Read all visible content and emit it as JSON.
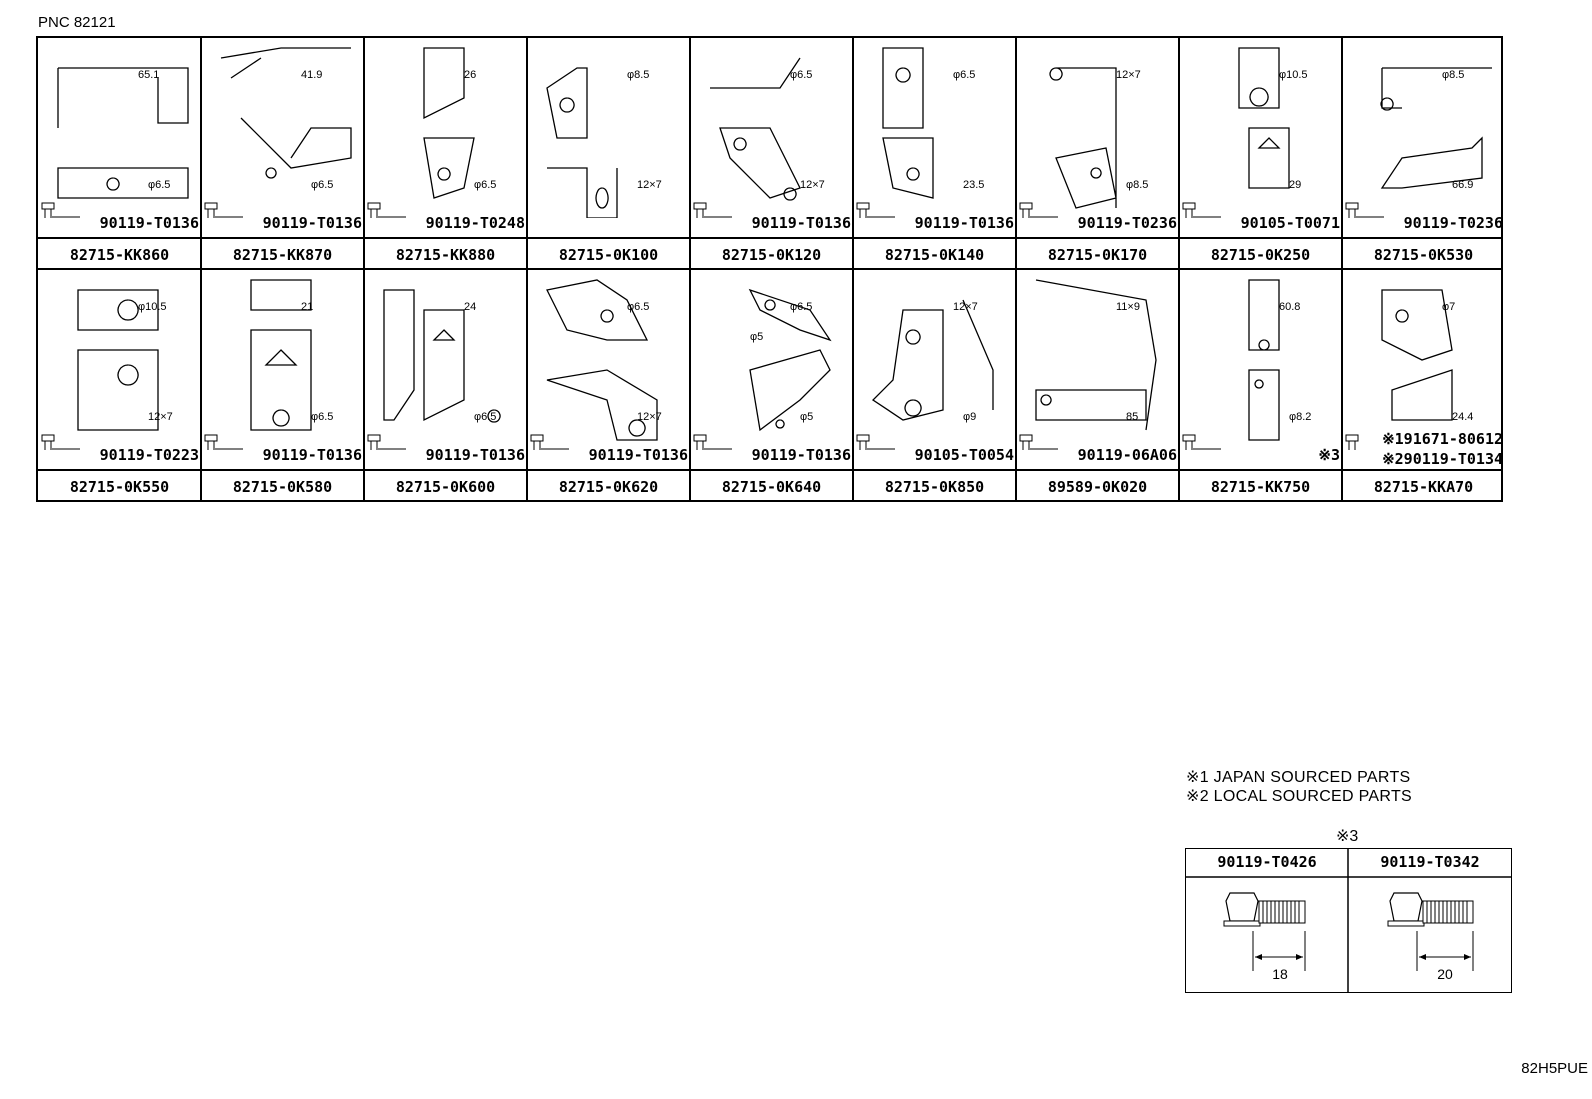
{
  "pnc_label": "PNC 82121",
  "grid": {
    "row1": [
      {
        "bolt": "90119-T0136",
        "part": "82715-KK860",
        "dims": [
          "65.1",
          "φ6.5"
        ]
      },
      {
        "bolt": "90119-T0136",
        "part": "82715-KK870",
        "dims": [
          "41.9",
          "φ6.5"
        ]
      },
      {
        "bolt": "90119-T0248",
        "part": "82715-KK880",
        "dims": [
          "26",
          "φ6.5"
        ]
      },
      {
        "bolt": "",
        "part": "82715-0K100",
        "dims": [
          "φ8.5",
          "12×7"
        ]
      },
      {
        "bolt": "90119-T0136",
        "part": "82715-0K120",
        "dims": [
          "φ6.5",
          "12×7"
        ]
      },
      {
        "bolt": "90119-T0136",
        "part": "82715-0K140",
        "dims": [
          "φ6.5",
          "23.5"
        ]
      },
      {
        "bolt": "90119-T0236",
        "part": "82715-0K170",
        "dims": [
          "12×7",
          "φ8.5"
        ]
      },
      {
        "bolt": "90105-T0071",
        "part": "82715-0K250",
        "dims": [
          "φ10.5",
          "29"
        ]
      },
      {
        "bolt": "90119-T0236",
        "part": "82715-0K530",
        "dims": [
          "φ8.5",
          "66.9"
        ]
      }
    ],
    "row2": [
      {
        "bolt": "90119-T0223",
        "part": "82715-0K550",
        "dims": [
          "φ10.5",
          "12×7"
        ]
      },
      {
        "bolt": "90119-T0136",
        "part": "82715-0K580",
        "dims": [
          "21",
          "φ6.5"
        ]
      },
      {
        "bolt": "90119-T0136",
        "part": "82715-0K600",
        "dims": [
          "24",
          "φ6.5"
        ]
      },
      {
        "bolt": "90119-T0136",
        "part": "82715-0K620",
        "dims": [
          "φ6.5",
          "12×7"
        ]
      },
      {
        "bolt": "90119-T0136",
        "part": "82715-0K640",
        "dims": [
          "φ6.5",
          "φ5",
          "φ5"
        ]
      },
      {
        "bolt": "90105-T0054",
        "part": "82715-0K850",
        "dims": [
          "12×7",
          "φ9"
        ]
      },
      {
        "bolt": "90119-06A06",
        "part": "89589-0K020",
        "dims": [
          "11×9",
          "85"
        ]
      },
      {
        "bolt": "※3",
        "part": "82715-KK750",
        "dims": [
          "60.8",
          "φ8.2"
        ]
      },
      {
        "bolt": "※191671-80612",
        "bolt2": "※290119-T0134",
        "part": "82715-KKA70",
        "dims": [
          "φ7",
          "24.4"
        ]
      }
    ]
  },
  "notes": [
    "※1 JAPAN SOURCED PARTS",
    "※2 LOCAL SOURCED PARTS"
  ],
  "ref3": "※3",
  "bolt_table": [
    {
      "code": "90119-T0426",
      "length": "18"
    },
    {
      "code": "90119-T0342",
      "length": "20"
    }
  ],
  "footer_code": "82H5PUE"
}
